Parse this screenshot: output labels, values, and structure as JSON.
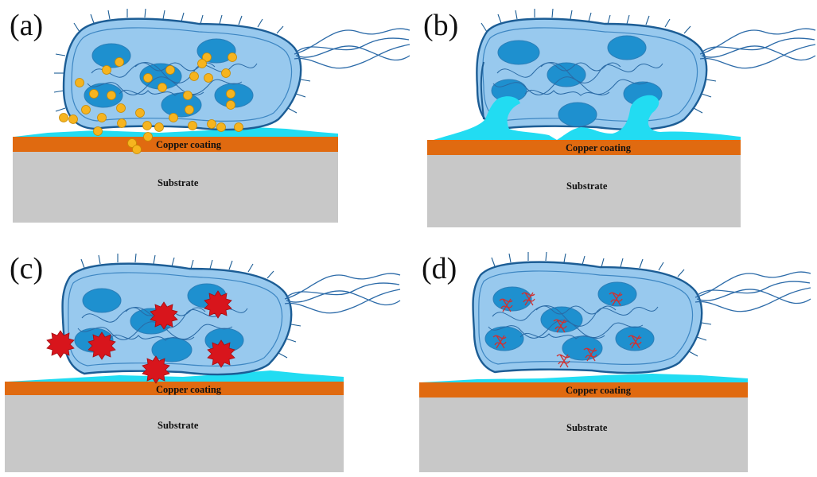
{
  "figure": {
    "panels": [
      {
        "letter": "(a)",
        "coating_label": "Copper coating",
        "substrate_label": "Substrate",
        "effect": "copper-ions"
      },
      {
        "letter": "(b)",
        "coating_label": "Copper coating",
        "substrate_label": "Substrate",
        "effect": "membrane-rupture-leakage"
      },
      {
        "letter": "(c)",
        "coating_label": "Copper coating",
        "substrate_label": "Substrate",
        "effect": "reactive-oxygen-species"
      },
      {
        "letter": "(d)",
        "coating_label": "Copper coating",
        "substrate_label": "Substrate",
        "effect": "dna-damage"
      }
    ],
    "colors": {
      "cell": "#98c9ee",
      "nucleus": "#1e90cf",
      "copper_coating": "#e06a10",
      "substrate": "#c8c8c8",
      "leakage": "#22dcf2",
      "copper_ion": "#f6b41f",
      "ros": "#d8151c"
    }
  }
}
